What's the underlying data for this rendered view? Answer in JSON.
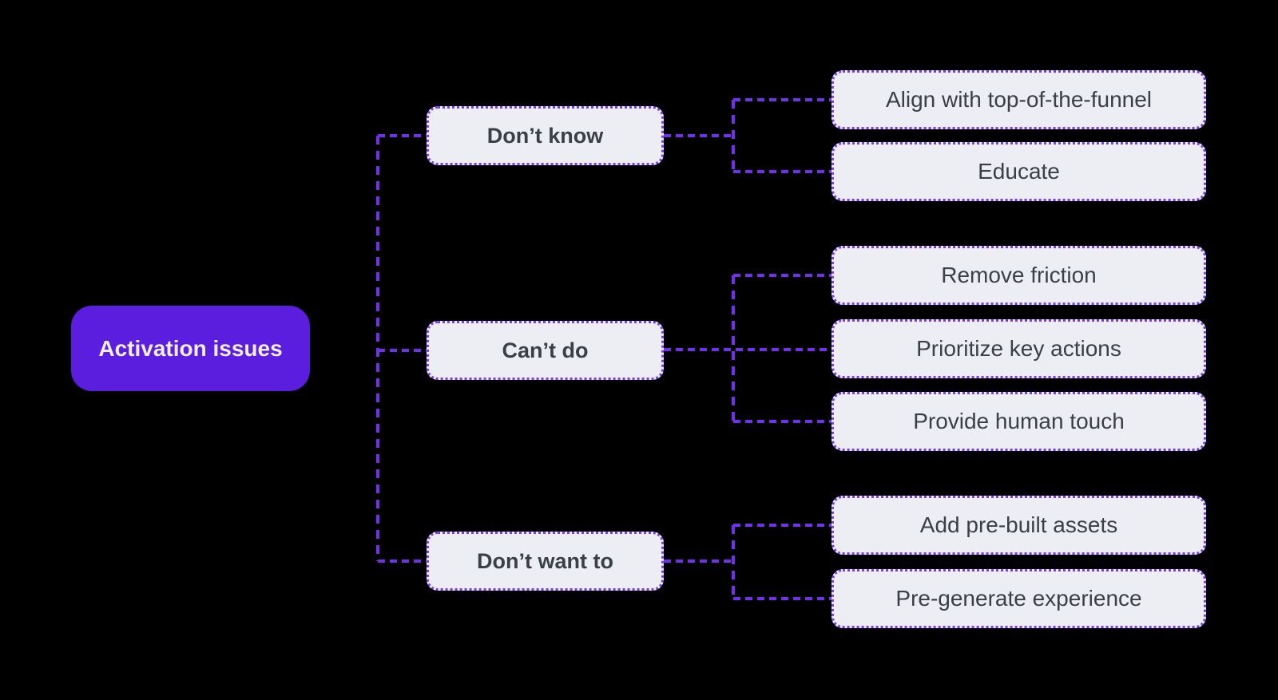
{
  "colors": {
    "background": "#000000",
    "root_fill": "#5B1EDE",
    "root_text": "#F1EEFC",
    "node_fill": "#ECEEF3",
    "node_border": "#7C3BF0",
    "node_text": "#3B3F46",
    "connector": "#7230EB"
  },
  "diagram": {
    "root": {
      "label": "Activation issues"
    },
    "branches": [
      {
        "label": "Don’t know",
        "children": [
          {
            "label": "Align with top-of-the-funnel"
          },
          {
            "label": "Educate"
          }
        ]
      },
      {
        "label": "Can’t do",
        "children": [
          {
            "label": "Remove friction"
          },
          {
            "label": "Prioritize key actions"
          },
          {
            "label": "Provide human touch"
          }
        ]
      },
      {
        "label": "Don’t want to",
        "children": [
          {
            "label": "Add pre-built assets"
          },
          {
            "label": "Pre-generate experience"
          }
        ]
      }
    ]
  }
}
